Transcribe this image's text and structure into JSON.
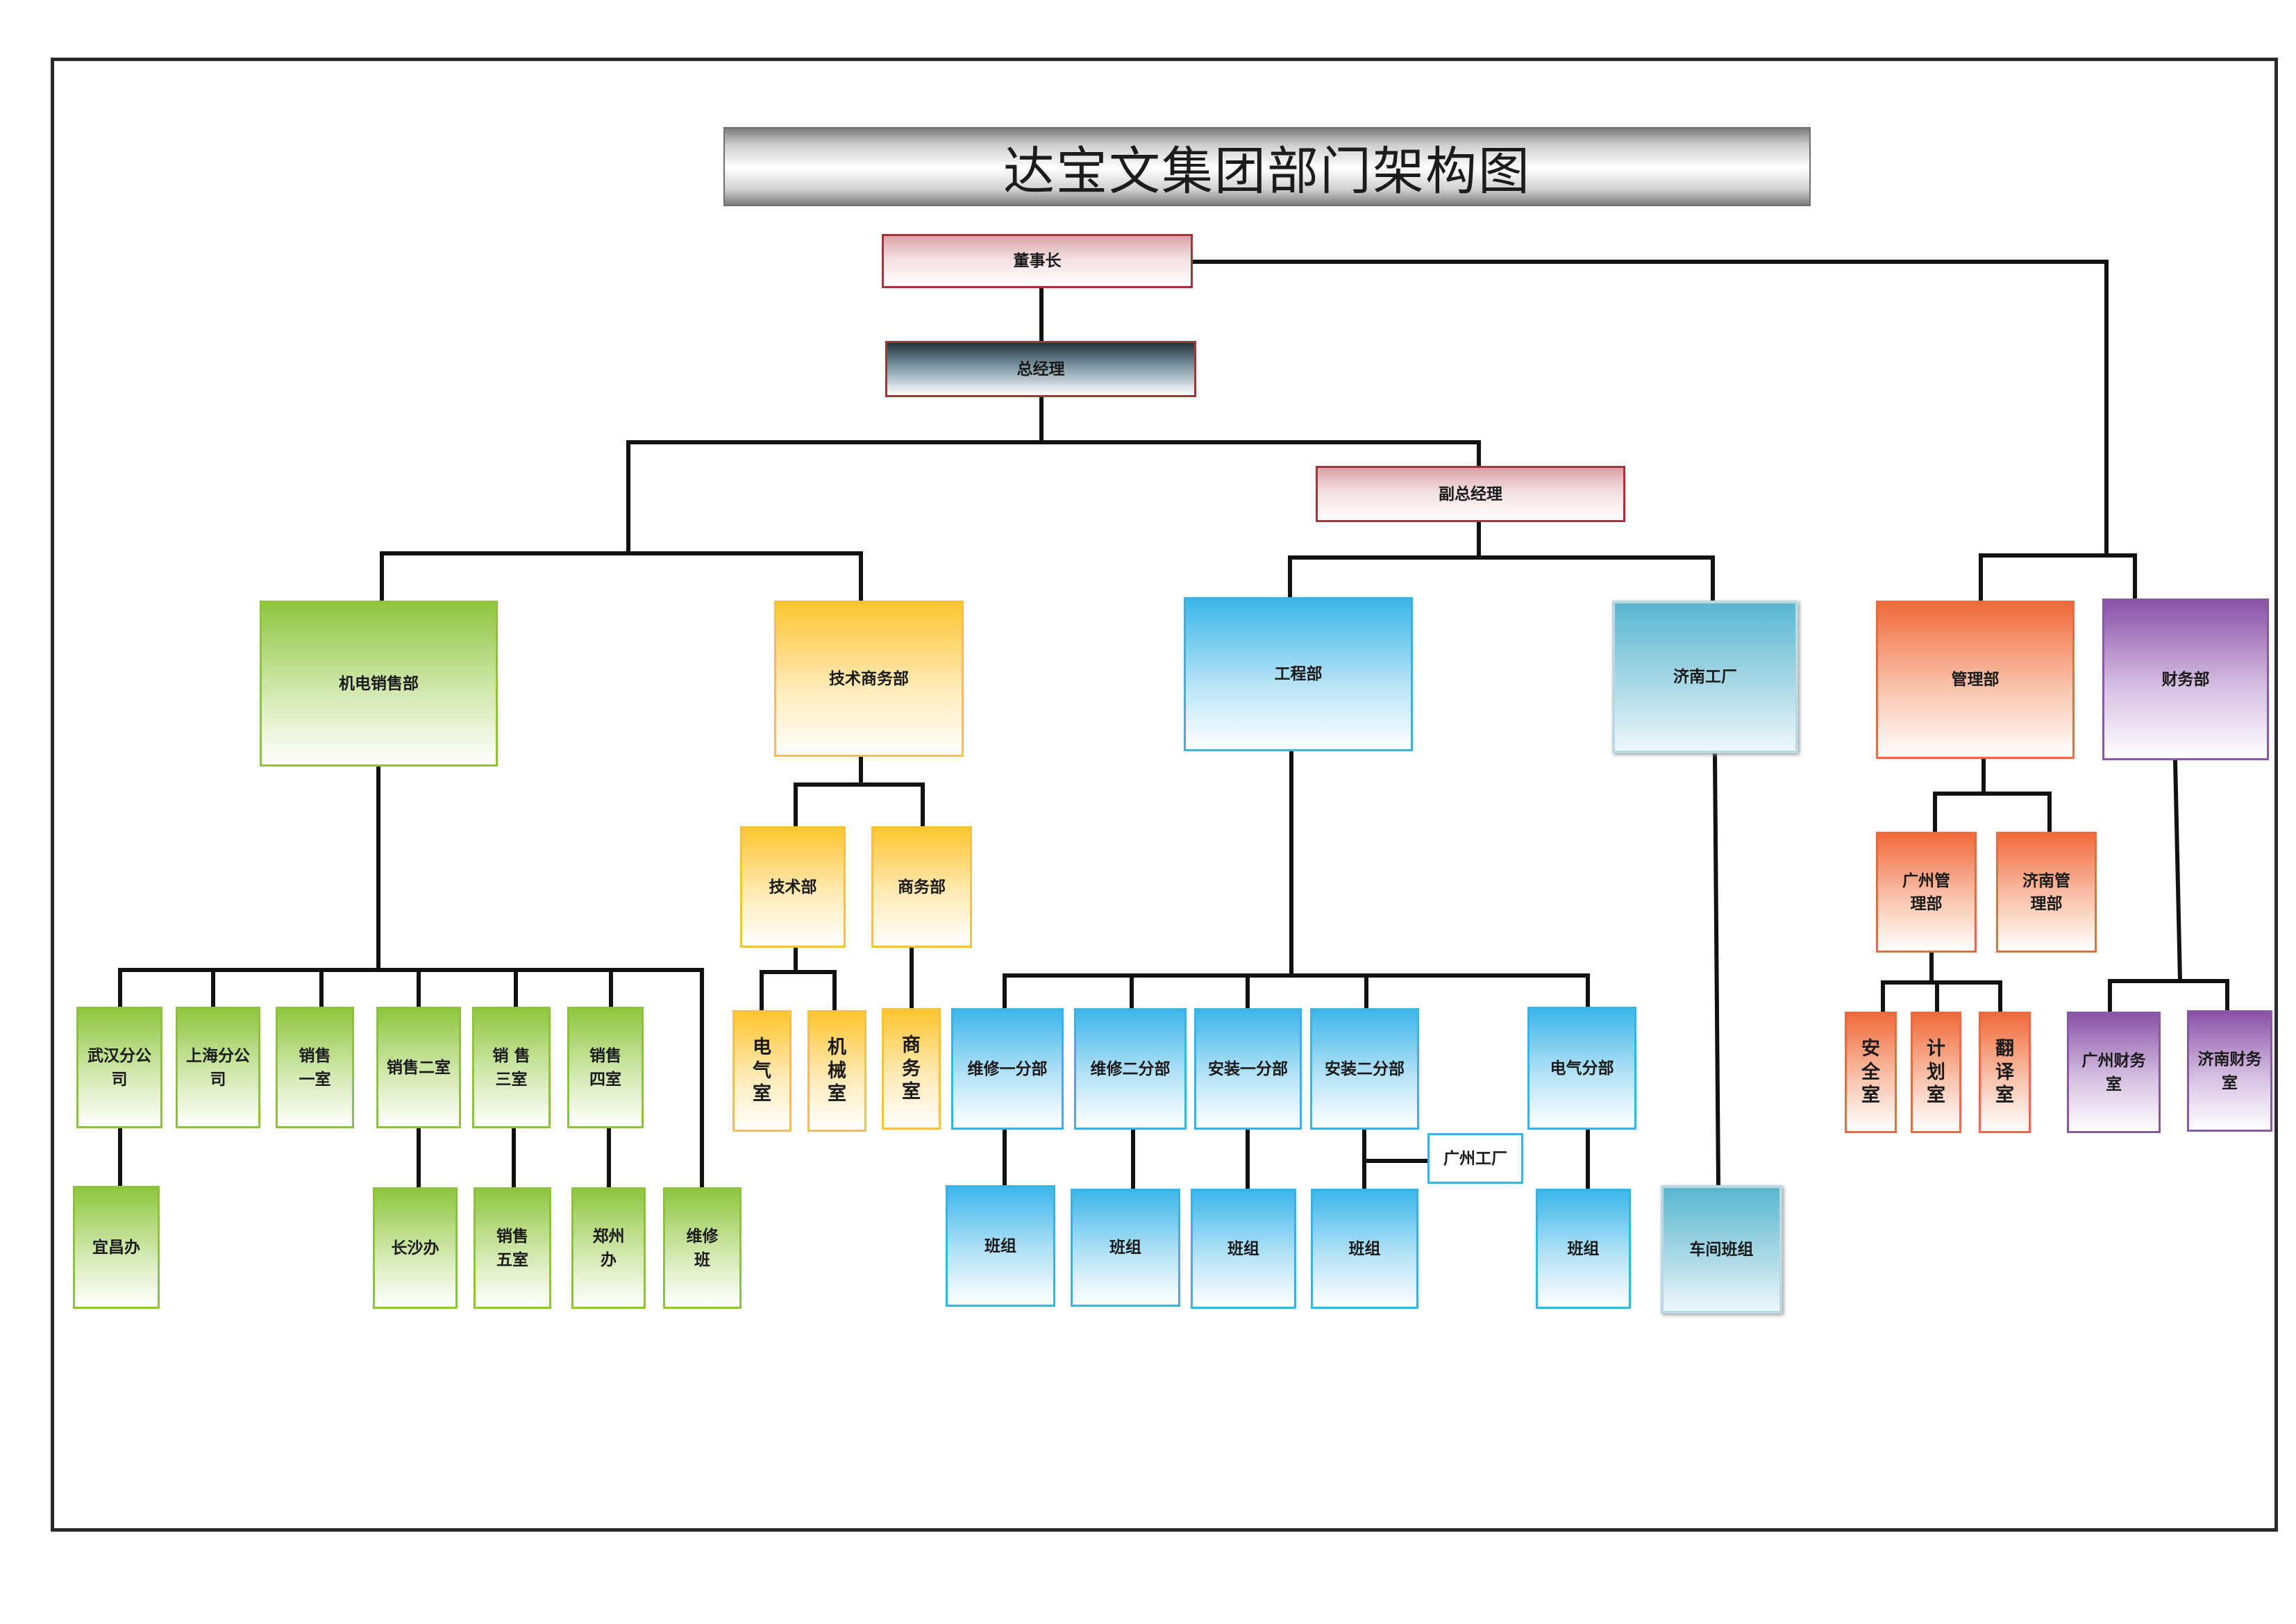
{
  "title": "达宝文集团部门架构图",
  "colors": {
    "line": "#111111",
    "leadership": "#a5343a",
    "sales": "#8ec63f",
    "tech": "#fdc52f",
    "engineering": "#3cb6ea",
    "factory": "#58b7d0",
    "management": "#f06a3b",
    "finance": "#8a52a8"
  },
  "nodes": {
    "chairman": "董事长",
    "general_manager": "总经理",
    "deputy_gm": "副总经理",
    "sales_dept": "机电销售部",
    "tech_biz_dept": "技术商务部",
    "engineering_dept": "工程部",
    "jinan_factory": "济南工厂",
    "management_dept": "管理部",
    "finance_dept": "财务部",
    "wuhan_branch": "武汉分公司",
    "shanghai_branch": "上海分公司",
    "sales_room1": "销售一室",
    "sales_room2": "销售二室",
    "sales_room3": "销 售三室",
    "sales_room4": "销售四室",
    "yichang_office": "宜昌办",
    "changsha_office": "长沙办",
    "sales_room5": "销售五室",
    "zhengzhou_office": "郑州办",
    "repair_team": "维修班",
    "tech_dept": "技术部",
    "biz_dept": "商务部",
    "electrical_room": "电气室",
    "mechanical_room": "机械室",
    "business_room": "商务室",
    "repair_div1": "维修一分部",
    "repair_div2": "维修二分部",
    "install_div1": "安装一分部",
    "install_div2": "安装二分部",
    "electrical_div": "电气分部",
    "guangzhou_factory": "广州工厂",
    "team": "班组",
    "workshop_team": "车间班组",
    "gz_mgmt": "广州管理部",
    "jn_mgmt": "济南管理部",
    "safety_room": "安全室",
    "planning_room": "计划室",
    "translation_room": "翻译室",
    "gz_finance": "广州财务室",
    "jn_finance": "济南财务室"
  }
}
